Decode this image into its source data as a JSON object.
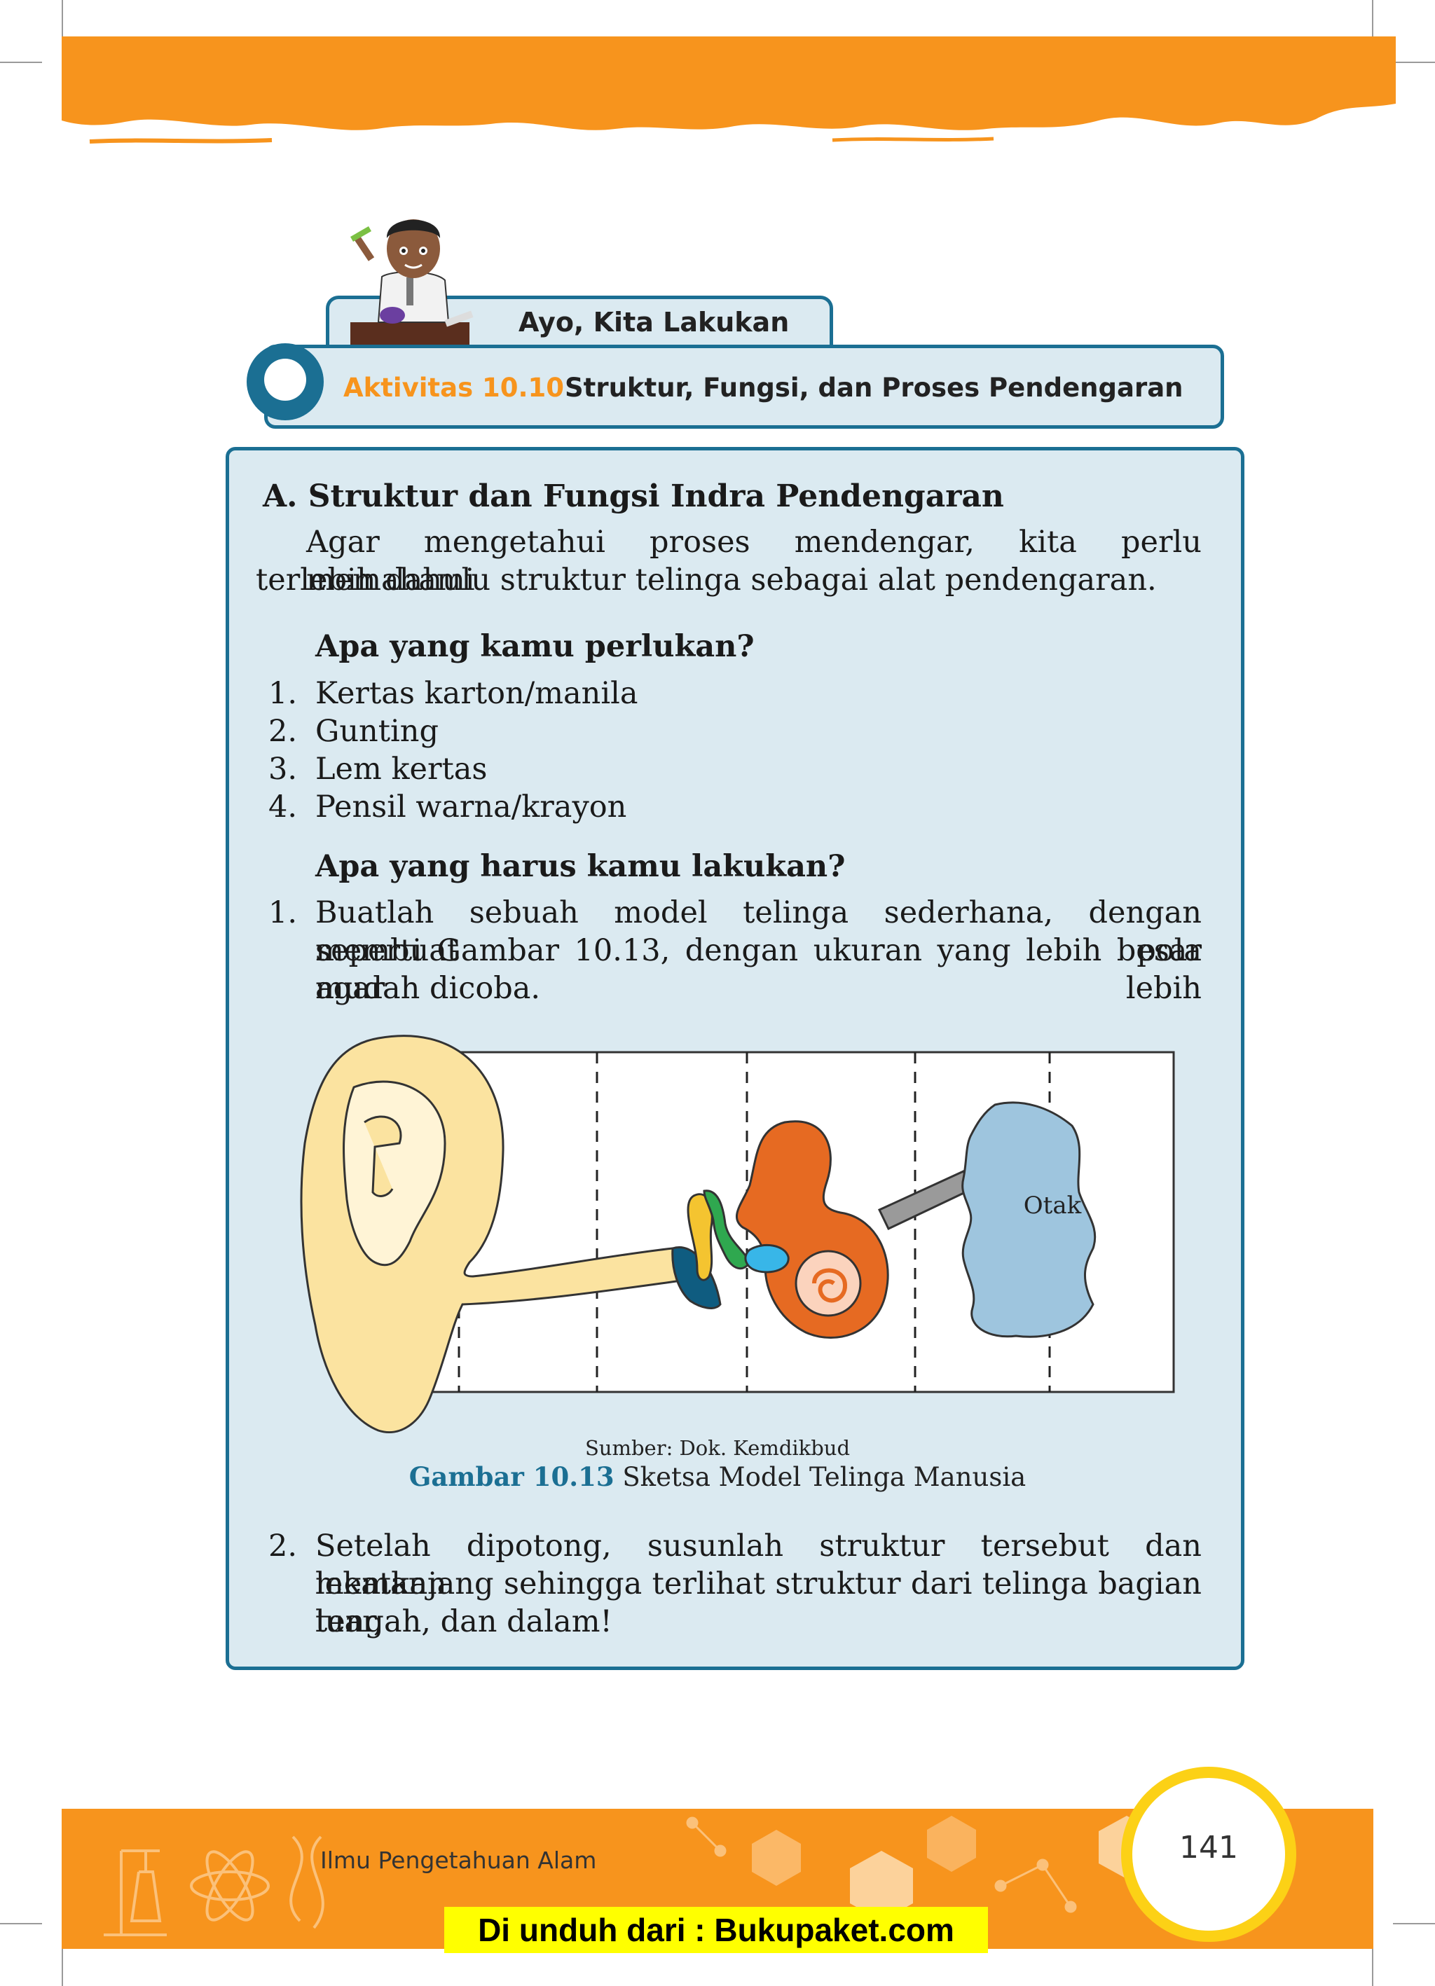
{
  "activity": {
    "tab_label": "Ayo, Kita Lakukan",
    "number": "Aktivitas 10.10",
    "title": "Struktur, Fungsi, dan Proses Pendengaran"
  },
  "section": {
    "heading": "A. Struktur dan Fungsi Indra Pendengaran",
    "intro_line1": "Agar mengetahui proses mendengar, kita perlu memahami",
    "intro_line2": "terlebih dahulu struktur telinga sebagai alat pendengaran."
  },
  "materials": {
    "heading": "Apa yang kamu perlukan?",
    "items": [
      {
        "num": "1.",
        "text": "Kertas karton/manila"
      },
      {
        "num": "2.",
        "text": "Gunting"
      },
      {
        "num": "3.",
        "text": "Lem kertas"
      },
      {
        "num": "4.",
        "text": "Pensil warna/krayon"
      }
    ]
  },
  "steps": {
    "heading": "Apa yang harus kamu lakukan?",
    "step1": {
      "num": "1.",
      "line1": "Buatlah sebuah model telinga sederhana, dengan membuat pola",
      "line2": "seperti Gambar 10.13, dengan ukuran yang lebih besar agar lebih",
      "line3": "mudah dicoba."
    },
    "step2": {
      "num": "2.",
      "line1": "Setelah dipotong, susunlah struktur tersebut dan lekatkan",
      "line2": "memanjang sehingga terlihat struktur dari telinga bagian luar,",
      "line3": "tengah, dan dalam!"
    }
  },
  "figure": {
    "brain_label": "Otak",
    "source": "Sumber: Dok. Kemdikbud",
    "caption_label": "Gambar 10.13",
    "caption_text": " Sketsa Model Telinga Manusia"
  },
  "footer": {
    "book_title": "Ilmu Pengetahuan Alam",
    "page_number": "141",
    "watermark": "Di unduh dari : Bukupaket.com"
  },
  "colors": {
    "orange": "#f7941d",
    "teal": "#1b6f93",
    "box_fill": "#dbeaf1",
    "page_circle": "#fcd116"
  }
}
